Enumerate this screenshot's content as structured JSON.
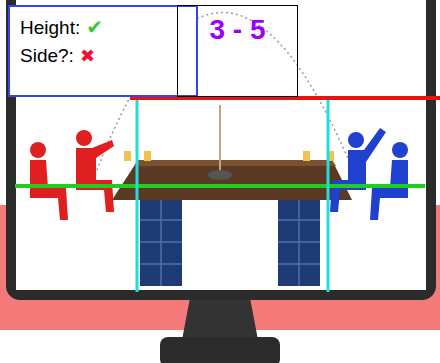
{
  "diagram": {
    "nodes": [
      {
        "text": [
          "Height:",
          "✔",
          "Side?:",
          "✖"
        ]
      },
      {
        "text": [
          "3 - 5"
        ]
      }
    ]
  }
}
